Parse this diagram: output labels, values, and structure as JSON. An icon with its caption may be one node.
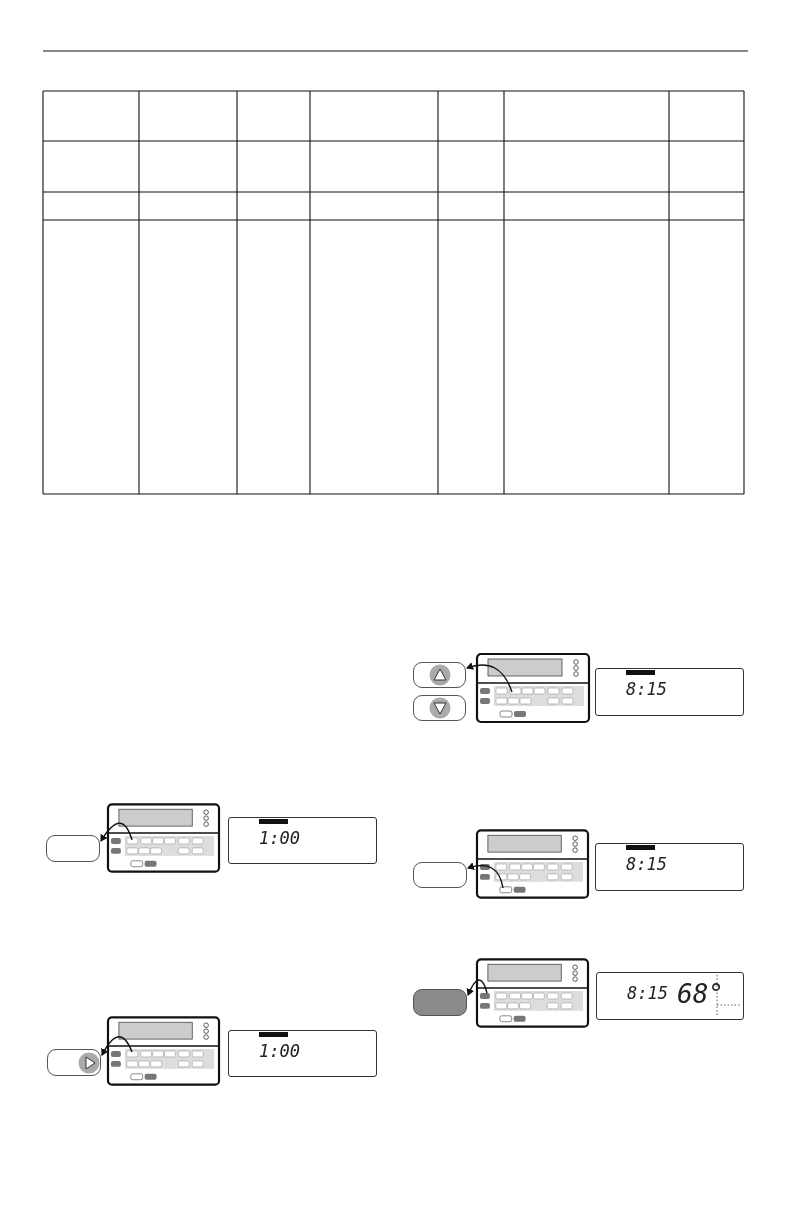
{
  "diagram": {
    "nodes": [
      {
        "text": [],
        "shape": "picture"
      },
      {
        "text": [],
        "shape": "box"
      },
      {
        "text": [
          "1:00"
        ]
      },
      {
        "text": [],
        "shape": "picture"
      },
      {
        "text": [],
        "shape": "box"
      },
      {
        "text": [
          "1:00"
        ]
      },
      {
        "text": [],
        "shape": "picture"
      },
      {
        "text": [],
        "shape": "box"
      },
      {
        "text": [],
        "shape": "box"
      },
      {
        "text": [
          "8:15"
        ]
      },
      {
        "text": [],
        "shape": "picture"
      },
      {
        "text": [],
        "shape": "box"
      },
      {
        "text": [
          "8:15"
        ]
      },
      {
        "text": [],
        "shape": "picture"
      },
      {
        "text": [],
        "shape": "box"
      },
      {
        "text": [
          "8:15",
          "68°"
        ]
      }
    ],
    "edges": [
      {
        "from": 0,
        "to": 1,
        "arrow": "to"
      },
      {
        "from": 3,
        "to": 4,
        "arrow": "to"
      },
      {
        "from": 6,
        "to": 7,
        "arrow": "to"
      },
      {
        "from": 10,
        "to": 11,
        "arrow": "to"
      },
      {
        "from": 13,
        "to": 14,
        "arrow": "to"
      }
    ]
  }
}
